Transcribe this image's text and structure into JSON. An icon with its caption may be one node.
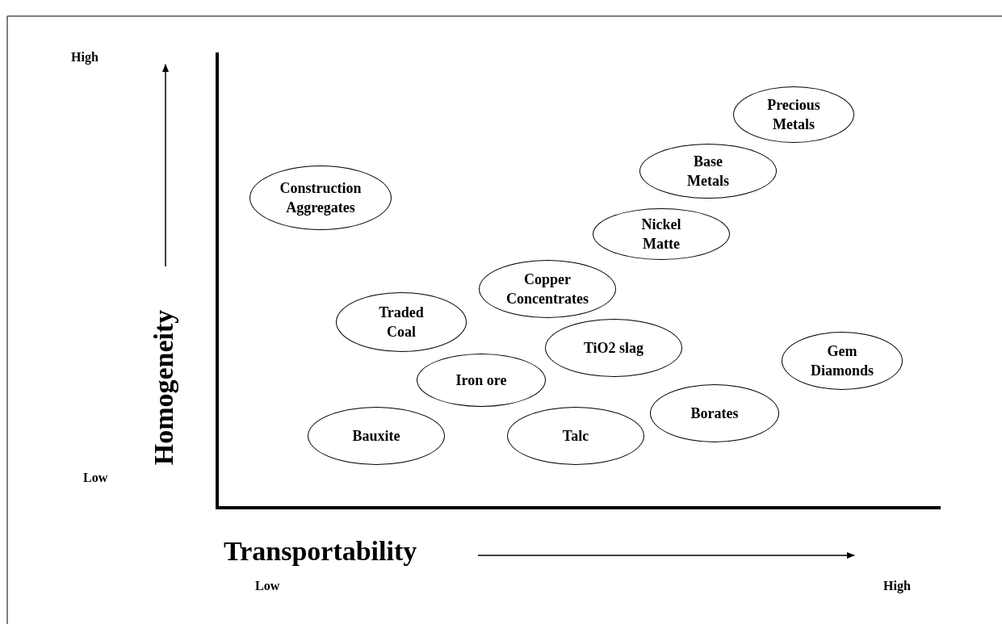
{
  "diagram": {
    "nodes": [
      {
        "text": [
          "Precious Metals"
        ]
      },
      {
        "text": [
          "Base Metals"
        ]
      },
      {
        "text": [
          "Construction Aggregates"
        ]
      },
      {
        "text": [
          "Nickel Matte"
        ]
      },
      {
        "text": [
          "Copper Concentrates"
        ]
      },
      {
        "text": [
          "Traded Coal"
        ]
      },
      {
        "text": [
          "TiO2 slag"
        ]
      },
      {
        "text": [
          "Gem Diamonds"
        ]
      },
      {
        "text": [
          "Iron ore"
        ]
      },
      {
        "text": [
          "Bauxite"
        ]
      },
      {
        "text": [
          "Talc"
        ]
      },
      {
        "text": [
          "Borates"
        ]
      }
    ],
    "labels": [
      "High",
      "Homogeneity",
      "Low",
      "Transportability",
      "Low",
      "High"
    ]
  }
}
